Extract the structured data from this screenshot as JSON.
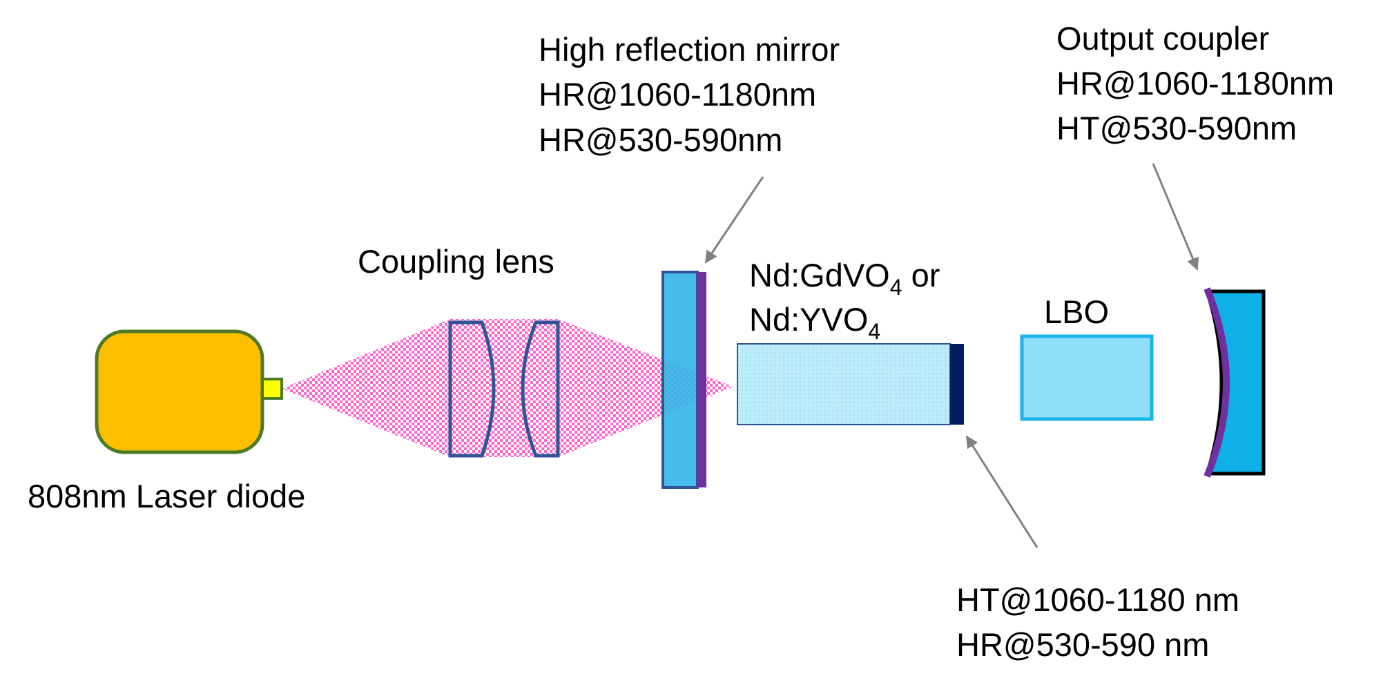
{
  "labels": {
    "laser_diode": "808nm Laser diode",
    "coupling_lens": "Coupling lens",
    "hr_mirror": {
      "line1": "High reflection mirror",
      "line2": "HR@1060-1180nm",
      "line3": "HR@530-590nm"
    },
    "crystal": {
      "line1_main": "Nd:GdVO",
      "line1_sub": "4",
      "line1_tail": " or",
      "line2_main": "Nd:YVO",
      "line2_sub": "4"
    },
    "lbo": "LBO",
    "output_coupler": {
      "line1": "Output coupler",
      "line2": "HR@1060-1180nm",
      "line3": "HT@530-590nm"
    },
    "crystal_coating": {
      "line1": "HT@1060-1180 nm",
      "line2": "HR@530-590 nm"
    }
  },
  "colors": {
    "laser_body": "#FDBF00",
    "laser_border": "#4E7A27",
    "laser_emitter": "#FFFF00",
    "pump_beam": "#FF66CC",
    "lens_outline": "#2F5597",
    "hr_mirror_fill": "#33B5E8",
    "hr_mirror_coating": "#7030A0",
    "crystal_fill": "#BDEBFA",
    "crystal_coating": "#002060",
    "lbo_fill": "#8FDFFA",
    "lbo_border": "#1CB5E8",
    "oc_fill": "#0FB0E8",
    "oc_coating": "#7030A0",
    "arrow": "#808080"
  }
}
